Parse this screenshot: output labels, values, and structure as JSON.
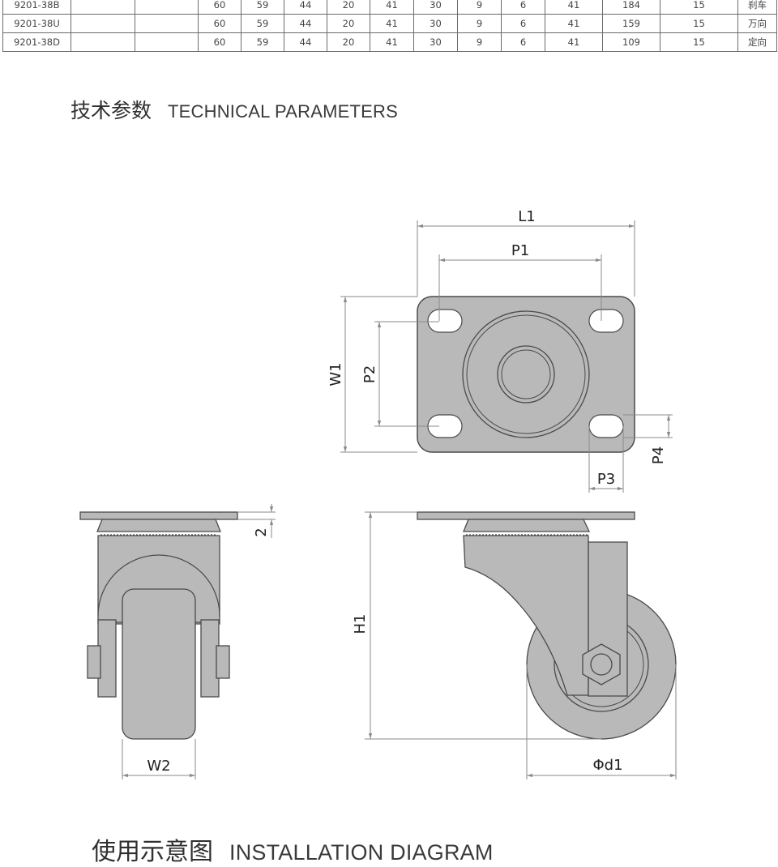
{
  "spec_table": {
    "rows": [
      {
        "model": "9201-38B",
        "values": [
          "60",
          "59",
          "44",
          "20",
          "41",
          "30",
          "9",
          "6",
          "41",
          "184",
          "15"
        ],
        "type": "刹车"
      },
      {
        "model": "9201-38U",
        "values": [
          "60",
          "59",
          "44",
          "20",
          "41",
          "30",
          "9",
          "6",
          "41",
          "159",
          "15"
        ],
        "type": "万向"
      },
      {
        "model": "9201-38D",
        "values": [
          "60",
          "59",
          "44",
          "20",
          "41",
          "30",
          "9",
          "6",
          "41",
          "109",
          "15"
        ],
        "type": "定向"
      }
    ]
  },
  "technical": {
    "zh": "技术参数",
    "en": "TECHNICAL PARAMETERS"
  },
  "installation": {
    "zh": "使用示意图",
    "en": "INSTALLATION DIAGRAM"
  },
  "dimensions": {
    "L1": "L1",
    "P1": "P1",
    "W1": "W1",
    "P2": "P2",
    "P3": "P3",
    "P4": "P4",
    "H1": "H1",
    "W2": "W2",
    "d1": "Φd1",
    "t": "2"
  },
  "colors": {
    "part_fill": "#b9b9b9",
    "outline": "#4a4a4a",
    "dim_line": "#8a8a8a"
  }
}
